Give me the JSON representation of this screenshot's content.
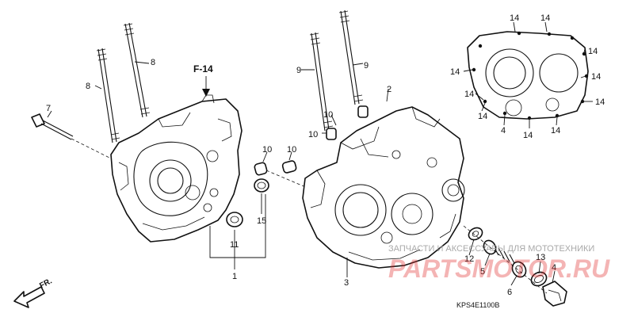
{
  "diagram": {
    "ref_label": "F-14",
    "labels": {
      "p1": "1",
      "p2": "2",
      "p3": "3",
      "p4a": "4",
      "p4b": "4",
      "p5": "5",
      "p6": "6",
      "p7": "7",
      "p8a": "8",
      "p8b": "8",
      "p9a": "9",
      "p9b": "9",
      "p10a": "10",
      "p10b": "10",
      "p10c": "10",
      "p10d": "10",
      "p11": "11",
      "p12": "12",
      "p13": "13",
      "p14_1": "14",
      "p14_2": "14",
      "p14_3": "14",
      "p14_4": "14",
      "p14_5": "14",
      "p14_6": "14",
      "p14_7": "14",
      "p14_8": "14",
      "p14_9": "14",
      "p14_10": "14",
      "p15": "15"
    },
    "direction": "FR.",
    "code": "KPS4E1100B"
  },
  "watermark": {
    "tagline": "ЗАПЧАСТИ И АКСЕССУАРЫ ДЛЯ МОТОТЕХНИКИ",
    "brand": "PARTSMOTOR.RU"
  },
  "colors": {
    "ink": "#111111",
    "watermark_red": "#e02a2a",
    "watermark_grey": "#9a9a9a"
  }
}
